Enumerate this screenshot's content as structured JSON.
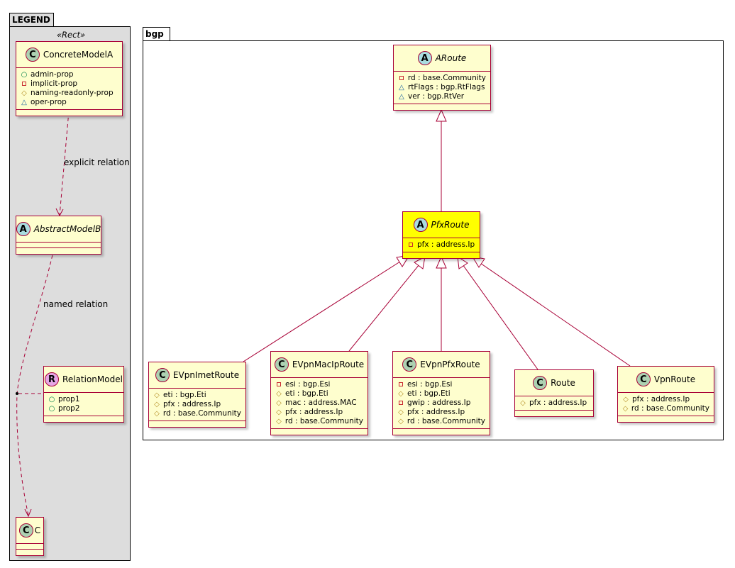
{
  "legend": {
    "title": "LEGEND",
    "stereotype": "«Rect»",
    "concrete": {
      "name": "ConcreteModelA",
      "props": [
        {
          "vis": "public",
          "text": "admin-prop"
        },
        {
          "vis": "private",
          "text": "implicit-prop"
        },
        {
          "vis": "protected",
          "text": "naming-readonly-prop"
        },
        {
          "vis": "package",
          "text": "oper-prop"
        }
      ]
    },
    "abstract": {
      "name": "AbstractModelB"
    },
    "relation_model": {
      "name": "RelationModel",
      "props": [
        {
          "vis": "public",
          "text": "prop1"
        },
        {
          "vis": "public",
          "text": "prop2"
        }
      ]
    },
    "c": {
      "name": "C"
    },
    "explicit_label": "explicit relation",
    "named_label": "named relation"
  },
  "bgp": {
    "title": "bgp",
    "aroute": {
      "name": "ARoute",
      "props": [
        {
          "vis": "private",
          "text": "rd : base.Community"
        },
        {
          "vis": "package",
          "text": "rtFlags : bgp.RtFlags"
        },
        {
          "vis": "package",
          "text": "ver : bgp.RtVer"
        }
      ]
    },
    "pfxroute": {
      "name": "PfxRoute",
      "props": [
        {
          "vis": "private",
          "text": "pfx : address.Ip"
        }
      ]
    },
    "evpnimet": {
      "name": "EVpnImetRoute",
      "props": [
        {
          "vis": "protected",
          "text": "eti : bgp.Eti"
        },
        {
          "vis": "protected",
          "text": "pfx : address.Ip"
        },
        {
          "vis": "protected",
          "text": "rd : base.Community"
        }
      ]
    },
    "evpnmacip": {
      "name": "EVpnMacIpRoute",
      "props": [
        {
          "vis": "private",
          "text": "esi : bgp.Esi"
        },
        {
          "vis": "protected",
          "text": "eti : bgp.Eti"
        },
        {
          "vis": "protected",
          "text": "mac : address.MAC"
        },
        {
          "vis": "protected",
          "text": "pfx : address.Ip"
        },
        {
          "vis": "protected",
          "text": "rd : base.Community"
        }
      ]
    },
    "evpnpfx": {
      "name": "EVpnPfxRoute",
      "props": [
        {
          "vis": "private",
          "text": "esi : bgp.Esi"
        },
        {
          "vis": "protected",
          "text": "eti : bgp.Eti"
        },
        {
          "vis": "private",
          "text": "gwip : address.Ip"
        },
        {
          "vis": "protected",
          "text": "pfx : address.Ip"
        },
        {
          "vis": "protected",
          "text": "rd : base.Community"
        }
      ]
    },
    "route": {
      "name": "Route",
      "props": [
        {
          "vis": "protected",
          "text": "pfx : address.Ip"
        }
      ]
    },
    "vpnroute": {
      "name": "VpnRoute",
      "props": [
        {
          "vis": "protected",
          "text": "pfx : address.Ip"
        },
        {
          "vis": "protected",
          "text": "rd : base.Community"
        }
      ]
    }
  },
  "colors": {
    "class_fill": "#fefece",
    "class_border": "#a80036",
    "highlight_fill": "#ffff00",
    "legend_fill": "#dddddd"
  }
}
